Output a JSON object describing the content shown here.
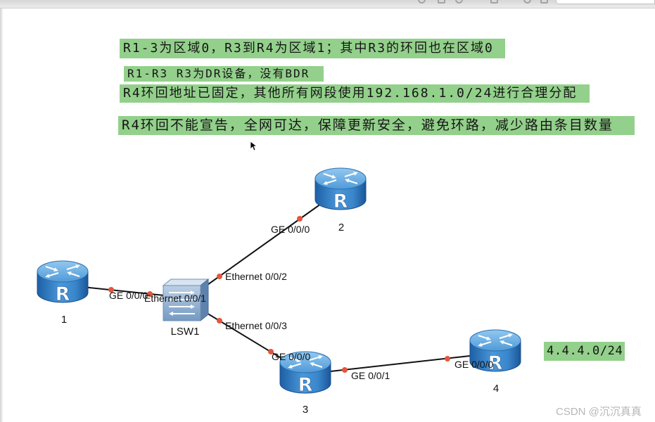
{
  "toolbar": {
    "icons": [
      "toolbar-icon",
      "toolbar-icon",
      "toolbar-icon",
      "toolbar-icon",
      "toolbar-icon",
      "toolbar-icon"
    ]
  },
  "notes": {
    "areas": "R1-3为区域0，R3到R4为区域1；其中R3的环回也在区域0",
    "dr": "R1-R3 R3为DR设备，没有BDR",
    "addressing": "R4环回地址已固定，其他所有网段使用192.168.1.0/24进行合理分配",
    "requirements": "R4环回不能宣告，全网可达，保障更新安全，避免环路，减少路由条目数量",
    "r4_loopback": "4.4.4.0/24"
  },
  "devices": {
    "router_letter": "R",
    "r1": {
      "label": "1"
    },
    "r2": {
      "label": "2"
    },
    "r3": {
      "label": "3"
    },
    "r4": {
      "label": "4"
    },
    "lsw1": {
      "label": "LSW1"
    }
  },
  "links": {
    "r1_lsw1": {
      "r1_port": "GE 0/0/0",
      "lsw1_port": "Ethernet 0/0/1"
    },
    "lsw1_r2": {
      "lsw1_port": "Ethernet 0/0/2",
      "r2_port": "GE 0/0/0"
    },
    "lsw1_r3": {
      "lsw1_port": "Ethernet 0/0/3",
      "r3_port": "GE 0/0/0"
    },
    "r3_r4": {
      "r3_port": "GE 0/0/1",
      "r4_port": "GE 0/0/0"
    }
  },
  "watermark": {
    "text": "CSDN @沉沉真真"
  },
  "icons": {
    "router": "router-icon",
    "switch": "switch-icon",
    "cursor": "mouse-cursor-icon"
  },
  "colors": {
    "note_highlight": "#93d08b",
    "router_blue": "#3a86cb",
    "port_indicator": "#e4553f",
    "link": "#111111"
  }
}
